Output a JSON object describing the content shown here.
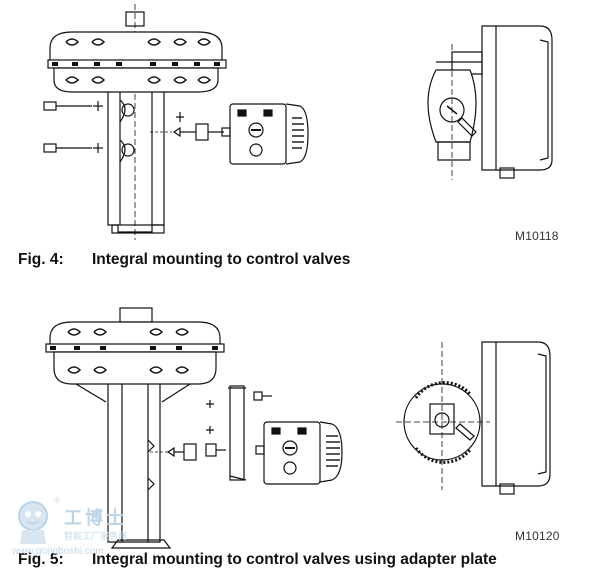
{
  "figures": [
    {
      "code": "M10118",
      "number": "Fig. 4:",
      "caption": "Integral mounting to control valves"
    },
    {
      "code": "M10120",
      "number": "Fig. 5:",
      "caption": "Integral mounting to control valves using adapter plate"
    }
  ],
  "watermark": {
    "brand": "工博士",
    "subtitle": "智能工厂服务商",
    "url": "www.gongboshi.com",
    "registered": "®",
    "color": "#bcd4e6"
  },
  "colors": {
    "line": "#111111",
    "text": "#111111",
    "code_text": "#333333"
  }
}
